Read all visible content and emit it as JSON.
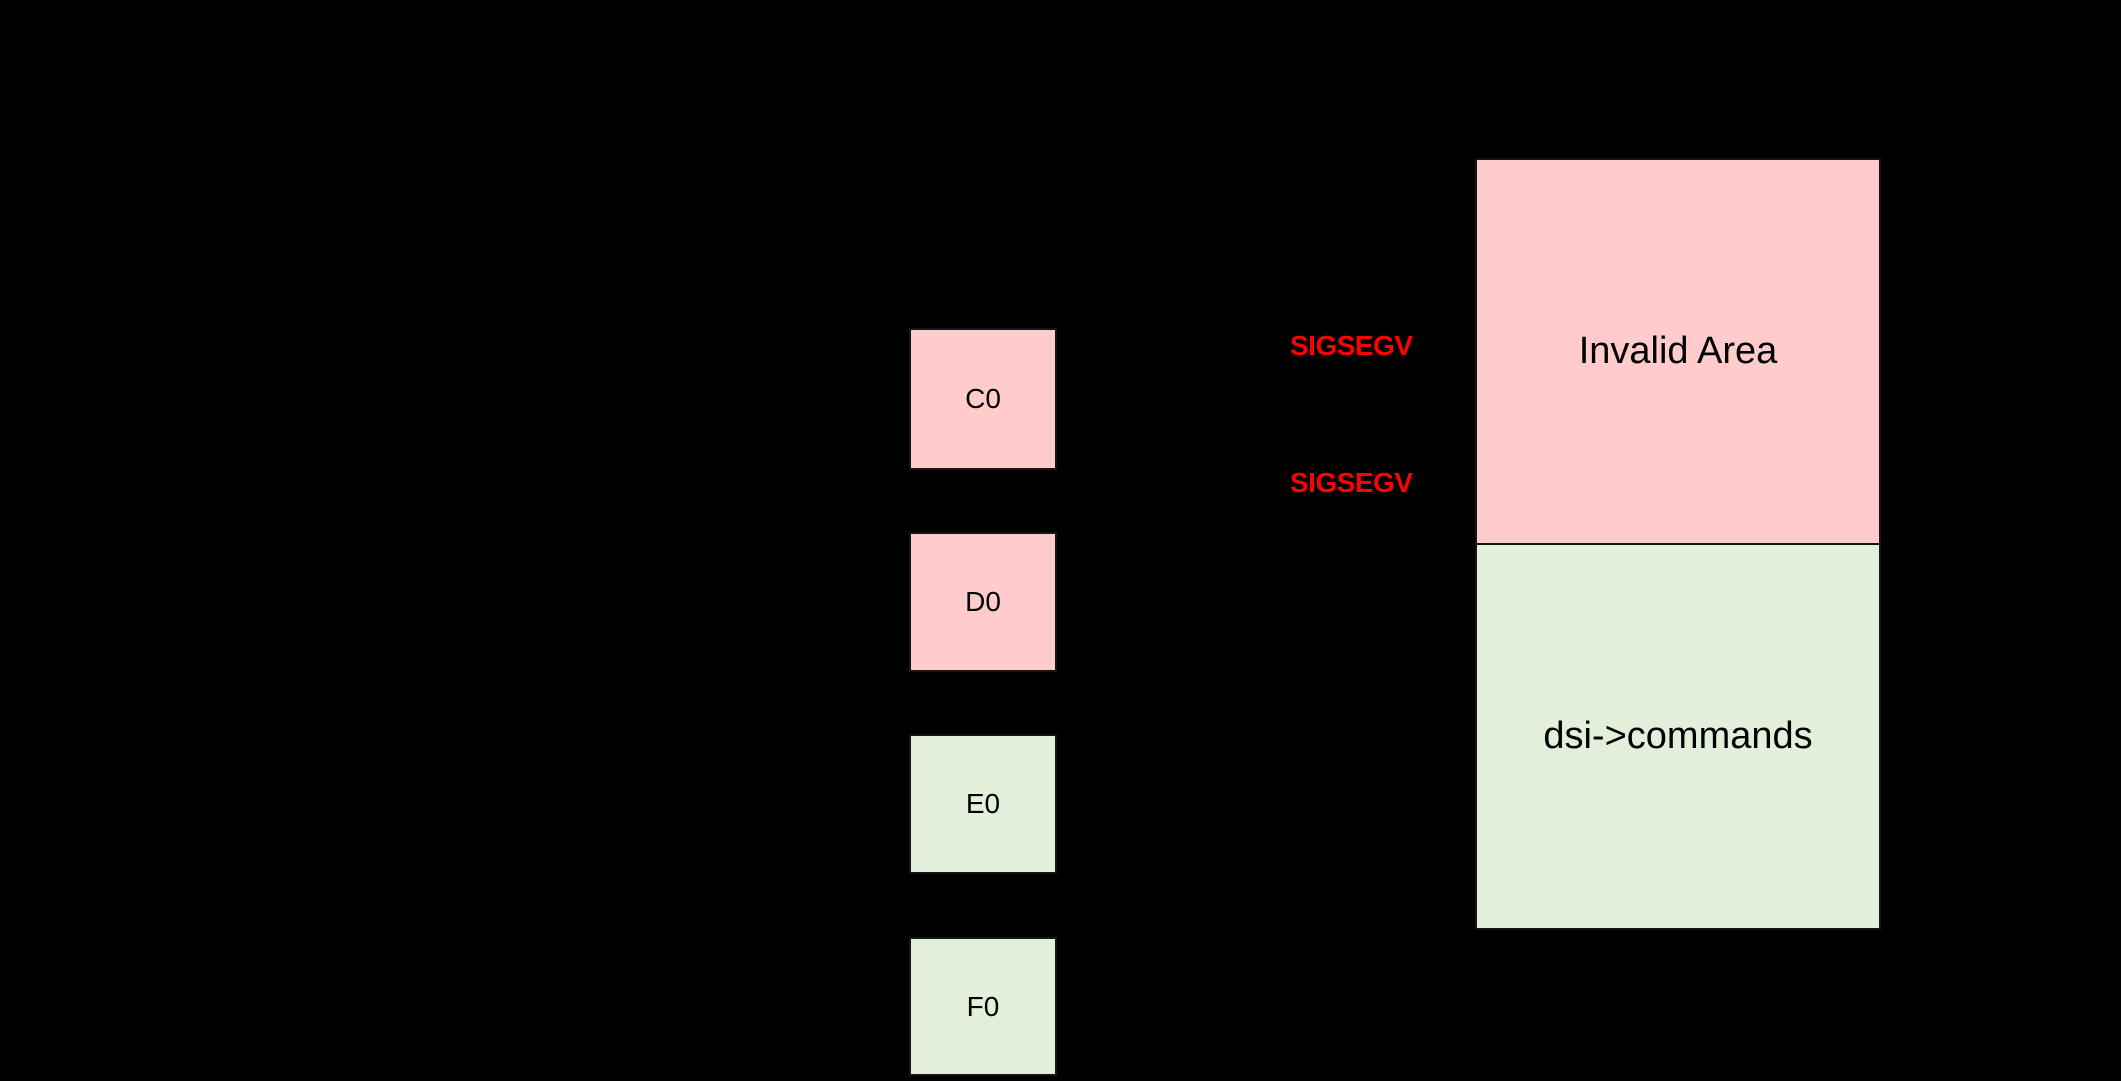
{
  "colors": {
    "background": "#000000",
    "invalid_fill": "#FFCBCB",
    "valid_fill": "#E2EFDA",
    "border": "#151515",
    "signal_text": "#FF0000",
    "label_text": "#000000"
  },
  "memory_blocks": [
    {
      "label": "C0",
      "status": "invalid"
    },
    {
      "label": "D0",
      "status": "invalid"
    },
    {
      "label": "E0",
      "status": "valid"
    },
    {
      "label": "F0",
      "status": "valid"
    }
  ],
  "signal_labels": [
    {
      "text": "SIGSEGV"
    },
    {
      "text": "SIGSEGV"
    }
  ],
  "regions": [
    {
      "label": "Invalid Area",
      "status": "invalid"
    },
    {
      "label": "dsi->commands",
      "status": "valid"
    }
  ]
}
